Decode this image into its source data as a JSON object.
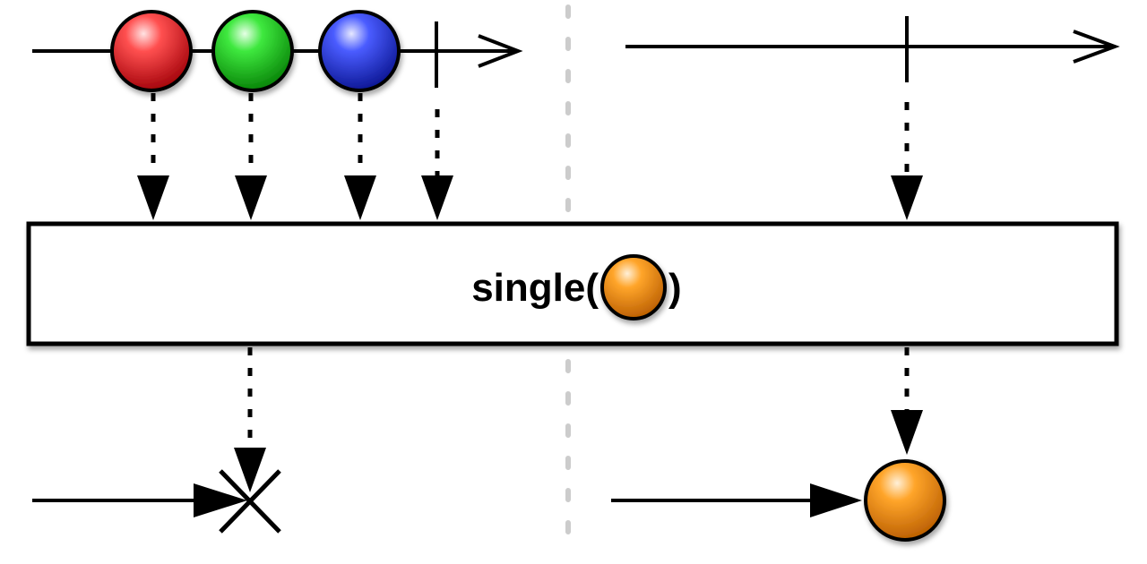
{
  "operator": {
    "label_prefix": "single(",
    "label_suffix": ")",
    "marble_color": "#f28c00"
  },
  "left_case": {
    "source_marbles": [
      {
        "name": "red",
        "color": "#e8141c"
      },
      {
        "name": "green",
        "color": "#12cc12"
      },
      {
        "name": "blue",
        "color": "#1428e6"
      }
    ],
    "source_completes": true,
    "result": "error"
  },
  "right_case": {
    "source_marbles": [],
    "source_completes": true,
    "result": "default-value-emitted"
  },
  "colors": {
    "stroke": "#000000",
    "divider": "#cccccc",
    "box_fill": "#ffffff"
  }
}
